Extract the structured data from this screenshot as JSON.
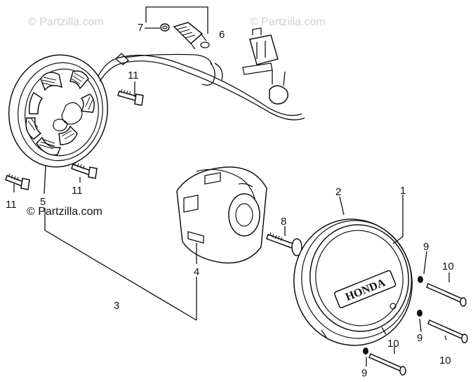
{
  "watermarks": [
    {
      "text": "© Partzilla.com",
      "style": "light"
    },
    {
      "text": "© Partzilla.com",
      "style": "light"
    },
    {
      "text": "© Partzilla.com",
      "style": "dark"
    }
  ],
  "callouts": [
    {
      "id": "c1",
      "text": "1"
    },
    {
      "id": "c2",
      "text": "2"
    },
    {
      "id": "c3",
      "text": "3"
    },
    {
      "id": "c4",
      "text": "4"
    },
    {
      "id": "c5",
      "text": "5"
    },
    {
      "id": "c6",
      "text": "6"
    },
    {
      "id": "c7",
      "text": "7"
    },
    {
      "id": "c8",
      "text": "8"
    },
    {
      "id": "c9a",
      "text": "9"
    },
    {
      "id": "c9b",
      "text": "9"
    },
    {
      "id": "c9c",
      "text": "9"
    },
    {
      "id": "c10a",
      "text": "10"
    },
    {
      "id": "c10b",
      "text": "10"
    },
    {
      "id": "c10c",
      "text": "10"
    },
    {
      "id": "c11a",
      "text": "11"
    },
    {
      "id": "c11b",
      "text": "11"
    },
    {
      "id": "c11c",
      "text": "11"
    }
  ],
  "cover_logo_text": "HONDA"
}
